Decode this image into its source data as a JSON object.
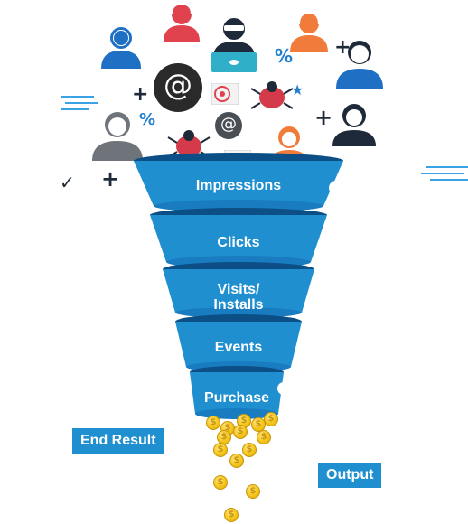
{
  "funnel": {
    "stages": [
      {
        "label": "Impressions"
      },
      {
        "label": "Clicks"
      },
      {
        "label": "Visits/ Installs",
        "line1": "Visits/",
        "line2": "Installs"
      },
      {
        "label": "Events"
      },
      {
        "label": "Purchase"
      }
    ]
  },
  "tags": {
    "end_result": "End Result",
    "output": "Output"
  },
  "symbols": {
    "at": "@",
    "percent": "%",
    "plus": "+",
    "check": "✓",
    "dollar": "$"
  },
  "colors": {
    "funnel_blue": "#1f8fd0",
    "funnel_dark": "#0c4f86",
    "tag_blue": "#1f8fd0",
    "coin_gold": "#f5c518",
    "orange_person": "#f07b3a",
    "red_person": "#e0434e",
    "blue_person": "#1f6fc4",
    "gray_person": "#6f747a"
  },
  "icons": [
    "person-icon",
    "hacker-icon",
    "bug-icon",
    "email-bomb-icon",
    "target-icon",
    "percent-icon",
    "plus-icon",
    "check-icon",
    "coin-icon"
  ]
}
